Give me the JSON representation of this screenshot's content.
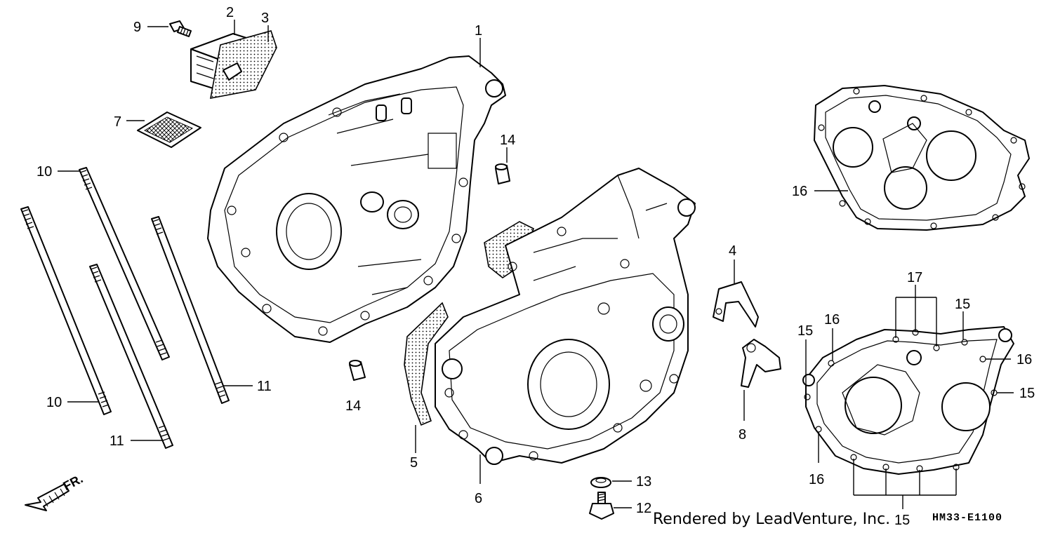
{
  "diagram": {
    "callouts": {
      "c1": "1",
      "c2": "2",
      "c3": "3",
      "c4": "4",
      "c5": "5",
      "c6": "6",
      "c7": "7",
      "c8": "8",
      "c9": "9",
      "c10a": "10",
      "c10b": "10",
      "c11a": "11",
      "c11b": "11",
      "c12": "12",
      "c13": "13",
      "c14a": "14",
      "c14b": "14",
      "c15a": "15",
      "c15b": "15",
      "c15c": "15",
      "c15d": "15",
      "c16a": "16",
      "c16b": "16",
      "c16c": "16",
      "c16d": "16",
      "c17": "17"
    },
    "front_marker": "FR.",
    "drawing_code": "HM33-E1100",
    "credit": "Rendered by LeadVenture, Inc."
  }
}
